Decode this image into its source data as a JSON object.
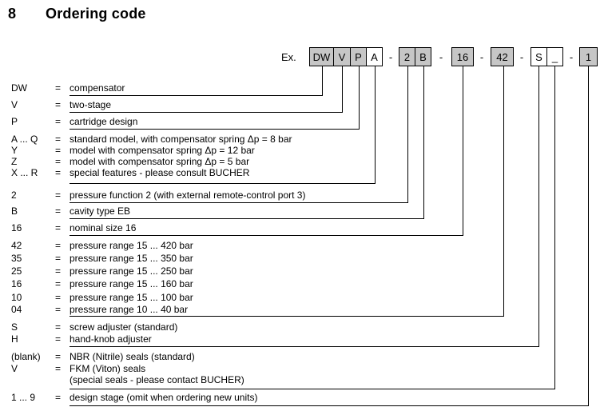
{
  "header": {
    "number": "8",
    "title": "Ordering code"
  },
  "example_label": "Ex.",
  "separator": "-",
  "colors": {
    "box_fill_gray": "#c6c6c6",
    "box_fill_white": "#ffffff",
    "line": "#000000"
  },
  "code_boxes": [
    {
      "label": "DW",
      "filled": true
    },
    {
      "label": "V",
      "filled": true
    },
    {
      "label": "P",
      "filled": true
    },
    {
      "label": "A",
      "filled": false
    },
    {
      "label": "2",
      "filled": true
    },
    {
      "label": "B",
      "filled": true
    },
    {
      "label": "16",
      "filled": true
    },
    {
      "label": "42",
      "filled": true
    },
    {
      "label": "S",
      "filled": false
    },
    {
      "label": "_",
      "filled": false
    },
    {
      "label": "1",
      "filled": true
    }
  ],
  "rows": [
    {
      "code": "DW",
      "eq": "=",
      "text": "compensator"
    },
    {
      "code": "V",
      "eq": "=",
      "text": "two-stage"
    },
    {
      "code": "P",
      "eq": "=",
      "text": "cartridge design"
    },
    {
      "code": "A ... Q",
      "eq": "=",
      "text": "standard model, with compensator spring Δp = 8 bar"
    },
    {
      "code": "Y",
      "eq": "=",
      "text": "model with compensator spring Δp = 12 bar"
    },
    {
      "code": "Z",
      "eq": "=",
      "text": "model with compensator spring Δp = 5 bar"
    },
    {
      "code": "X ... R",
      "eq": "=",
      "text": "special features - please consult BUCHER"
    },
    {
      "code": "2",
      "eq": "=",
      "text": "pressure function 2 (with external remote-control port 3)"
    },
    {
      "code": "B",
      "eq": "=",
      "text": "cavity type EB"
    },
    {
      "code": "16",
      "eq": "=",
      "text": "nominal size 16"
    },
    {
      "code": "42",
      "eq": "=",
      "text": "pressure range 15 ... 420 bar"
    },
    {
      "code": "35",
      "eq": "=",
      "text": "pressure range 15 ... 350 bar"
    },
    {
      "code": "25",
      "eq": "=",
      "text": "pressure range 15 ... 250 bar"
    },
    {
      "code": "16",
      "eq": "=",
      "text": "pressure range 15 ... 160 bar"
    },
    {
      "code": "10",
      "eq": "=",
      "text": "pressure range 15 ... 100 bar"
    },
    {
      "code": "04",
      "eq": "=",
      "text": "pressure range 10 ...  40 bar"
    },
    {
      "code": "S",
      "eq": "=",
      "text": "screw adjuster (standard)"
    },
    {
      "code": "H",
      "eq": "=",
      "text": "hand-knob adjuster"
    },
    {
      "code": "(blank)",
      "eq": "=",
      "text": "NBR (Nitrile) seals  (standard)"
    },
    {
      "code": "V",
      "eq": "=",
      "text": "FKM (Viton) seals"
    },
    {
      "code": "",
      "eq": "",
      "text": "(special seals - please contact BUCHER)"
    },
    {
      "code": "1 ... 9",
      "eq": "=",
      "text": "design stage (omit when ordering new units)"
    }
  ]
}
